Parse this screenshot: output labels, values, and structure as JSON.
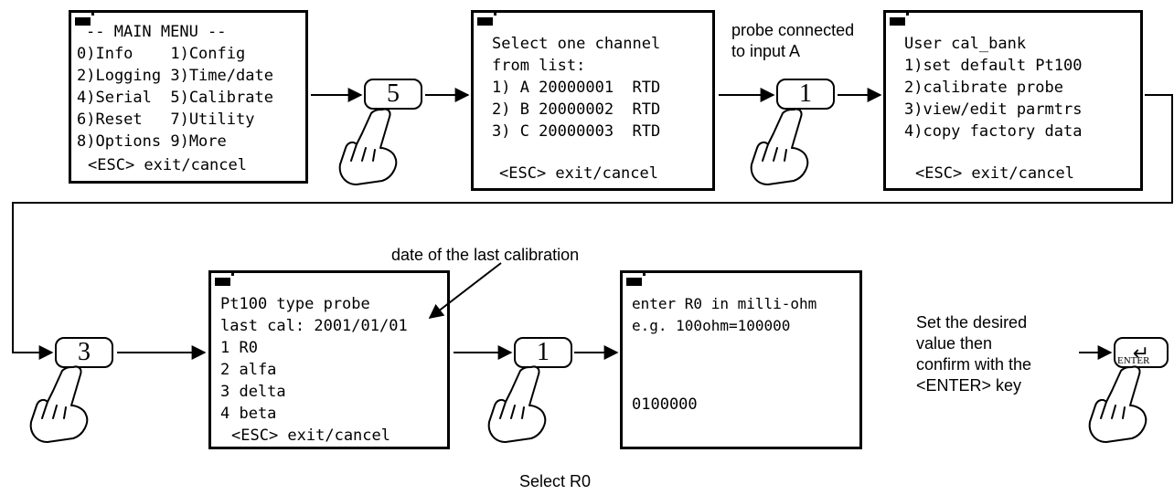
{
  "screens": {
    "main_menu": {
      "lines": [
        "-- MAIN MENU --",
        "0)Info    1)Config",
        "2)Logging 3)Time/date",
        "4)Serial  5)Calibrate",
        "6)Reset   7)Utility",
        "8)Options 9)More",
        "<ESC> exit/cancel"
      ]
    },
    "channel_select": {
      "lines": [
        "Select one channel",
        "from list:",
        "1) A 20000001  RTD",
        "2) B 20000002  RTD",
        "3) C 20000003  RTD",
        "",
        "<ESC> exit/cancel"
      ]
    },
    "user_cal": {
      "lines": [
        "User cal_bank",
        "1)set default Pt100",
        "2)calibrate probe",
        "3)view/edit parmtrs",
        "4)copy factory data",
        "",
        "<ESC> exit/cancel"
      ]
    },
    "probe_params": {
      "lines": [
        "Pt100 type probe",
        "last cal: 2001/01/01",
        "1 R0",
        "2 alfa",
        "3 delta",
        "4 beta",
        "<ESC> exit/cancel"
      ]
    },
    "enter_r0": {
      "lines": [
        "enter R0 in milli-ohm",
        "e.g. 100ohm=100000",
        "",
        "",
        "",
        "0100000"
      ]
    }
  },
  "keys": {
    "key_5": "5",
    "key_1a": "1",
    "key_3": "3",
    "key_1b": "1",
    "enter_glyph": "↵",
    "enter_text": "ENTER"
  },
  "annotations": {
    "probe_connected": "probe connected\nto input A",
    "last_cal_date": "date of the last calibration",
    "select_r0": "Select R0",
    "set_value": "Set the desired\nvalue then\nconfirm with the\n<ENTER> key"
  }
}
